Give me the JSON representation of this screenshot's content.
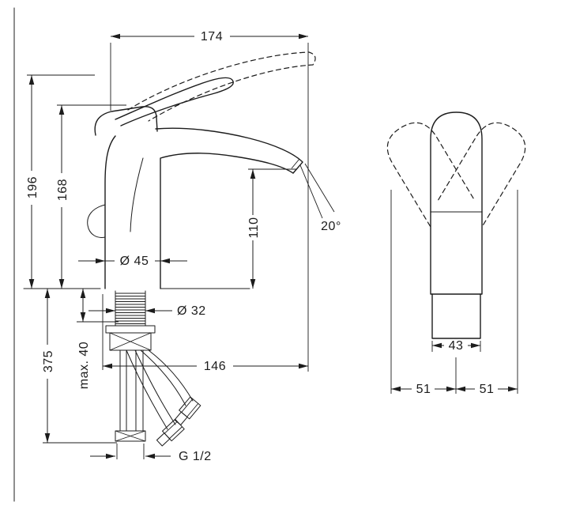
{
  "ink_color": "#1c1c1c",
  "side_view": {
    "total_width": "174",
    "total_height": "196",
    "body_height": "168",
    "spout_height": "110",
    "base_diameter": "Ø 45",
    "shank_diameter": "Ø 32",
    "below_deck_depth": "375",
    "max_deck_thickness": "max. 40",
    "spout_reach": "146",
    "spout_angle": "20°",
    "connection_thread": "G 1/2"
  },
  "front_view": {
    "handle_width": "43",
    "handle_swing_left": "51",
    "handle_swing_right": "51"
  }
}
